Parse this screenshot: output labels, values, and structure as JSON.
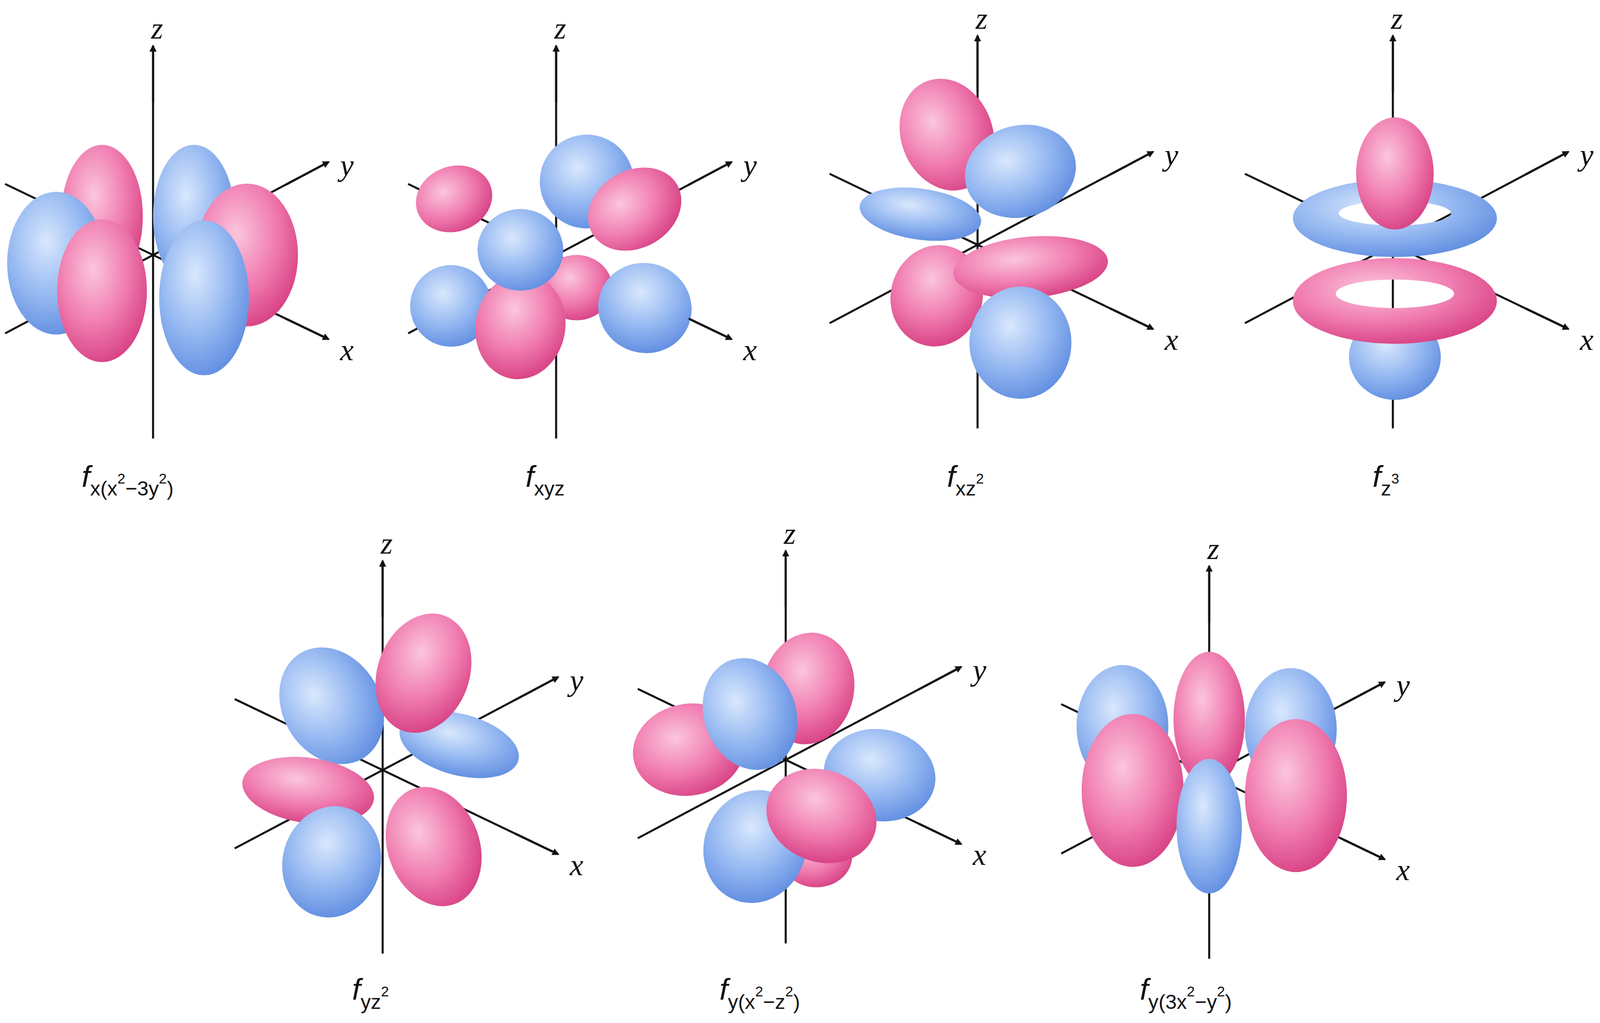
{
  "diagram": {
    "labels": [
      "z",
      "y",
      "x",
      "f",
      "x(x",
      "2",
      "−3y",
      "2",
      ")",
      "z",
      "y",
      "x",
      "f",
      "xyz",
      "z",
      "y",
      "x",
      "f",
      "xz",
      "2",
      "z",
      "y",
      "x",
      "f",
      "z",
      "3",
      "z",
      "y",
      "x",
      "f",
      "yz",
      "2",
      "z",
      "y",
      "x",
      "f",
      "y(x",
      "2",
      "−z",
      "2",
      ")",
      "z",
      "y",
      "x",
      "f",
      "y(3x",
      "2",
      "−y",
      "2",
      ")"
    ]
  }
}
